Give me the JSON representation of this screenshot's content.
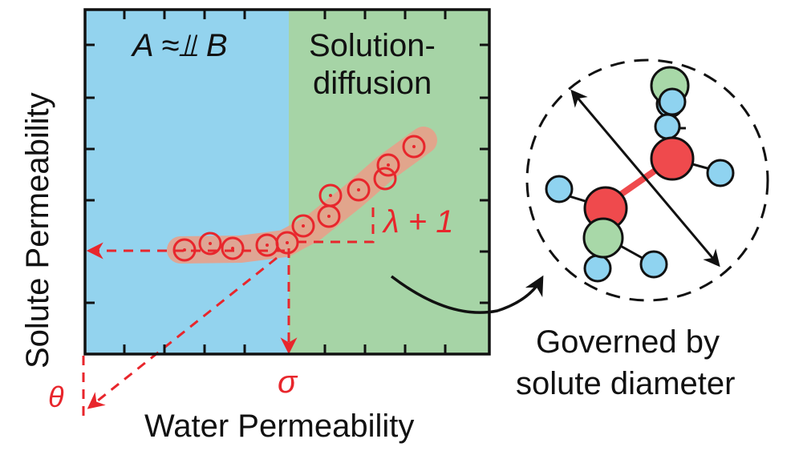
{
  "plot": {
    "regions": {
      "left_label": "A ≈⫫ B",
      "right_label_line1": "Solution-",
      "right_label_line2": "diffusion",
      "left_color": "#93d3ee",
      "right_color": "#a6d4a6"
    },
    "x_label": "Water Permeability",
    "y_label": "Solute Permeability",
    "sigma_label": "σ",
    "theta_label": "θ",
    "slope_label": "λ + 1",
    "accent_color": "#e8262c",
    "trend_color": "#e8a08a"
  },
  "side": {
    "caption_line1": "Governed by",
    "caption_line2": "solute diameter",
    "atom_colors": {
      "heavy": "#ef4a4d",
      "substituent": "#a8d8a8",
      "hydrogen": "#8fd3f0"
    }
  }
}
